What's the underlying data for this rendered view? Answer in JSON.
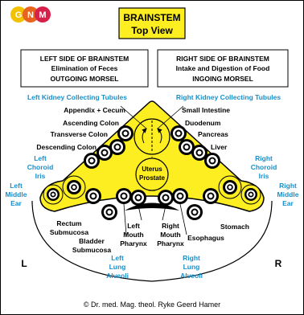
{
  "logo": {
    "letters": [
      "G",
      "N",
      "M"
    ],
    "colors": [
      "#f2c200",
      "#e8631e",
      "#d6214a"
    ]
  },
  "title": {
    "line1": "BRAINSTEM",
    "line2": "Top View"
  },
  "left_box": {
    "line1": "LEFT SIDE OF BRAINSTEM",
    "line2": "Elimination of Feces",
    "line3": "OUTGOING MORSEL"
  },
  "right_box": {
    "line1": "RIGHT SIDE OF BRAINSTEM",
    "line2": "Intake and Digestion of Food",
    "line3": "INGOING MORSEL"
  },
  "labels": {
    "left_kidney": "Left Kidney Collecting Tubules",
    "right_kidney": "Right Kidney Collecting Tubules",
    "appendix": "Appendix + Cecum",
    "small_intestine": "Small Intestine",
    "ascending_colon": "Ascending Colon",
    "duodenum": "Duodenum",
    "transverse_colon": "Transverse Colon",
    "pancreas": "Pancreas",
    "descending_colon": "Descending Colon",
    "liver": "Liver",
    "left_choroid_1": "Left",
    "left_choroid_2": "Choroid",
    "left_choroid_3": "Iris",
    "right_choroid_1": "Right",
    "right_choroid_2": "Choroid",
    "right_choroid_3": "Iris",
    "left_ear_1": "Left",
    "left_ear_2": "Middle",
    "left_ear_3": "Ear",
    "right_ear_1": "Right",
    "right_ear_2": "Middle",
    "right_ear_3": "Ear",
    "uterus": "Uterus",
    "prostate": "Prostate",
    "rectum_1": "Rectum",
    "rectum_2": "Submucosa",
    "bladder_1": "Bladder",
    "bladder_2": "Submucosa",
    "left_mouth_1": "Left",
    "left_mouth_2": "Mouth",
    "left_mouth_3": "Pharynx",
    "right_mouth_1": "Right",
    "right_mouth_2": "Mouth",
    "right_mouth_3": "Pharynx",
    "stomach": "Stomach",
    "esophagus": "Esophagus",
    "left_lung_1": "Left",
    "left_lung_2": "Lung",
    "left_lung_3": "Alveoli",
    "right_lung_1": "Right",
    "right_lung_2": "Lung",
    "right_lung_3": "Alveoli",
    "side_left": "L",
    "side_right": "R"
  },
  "copyright": "© Dr. med. Mag. theol. Ryke Geerd Hamer",
  "colors": {
    "brainstem": "#fcee21",
    "title_box": "#fcee21",
    "blue_label": "#1a8fc9",
    "black": "#000000"
  }
}
